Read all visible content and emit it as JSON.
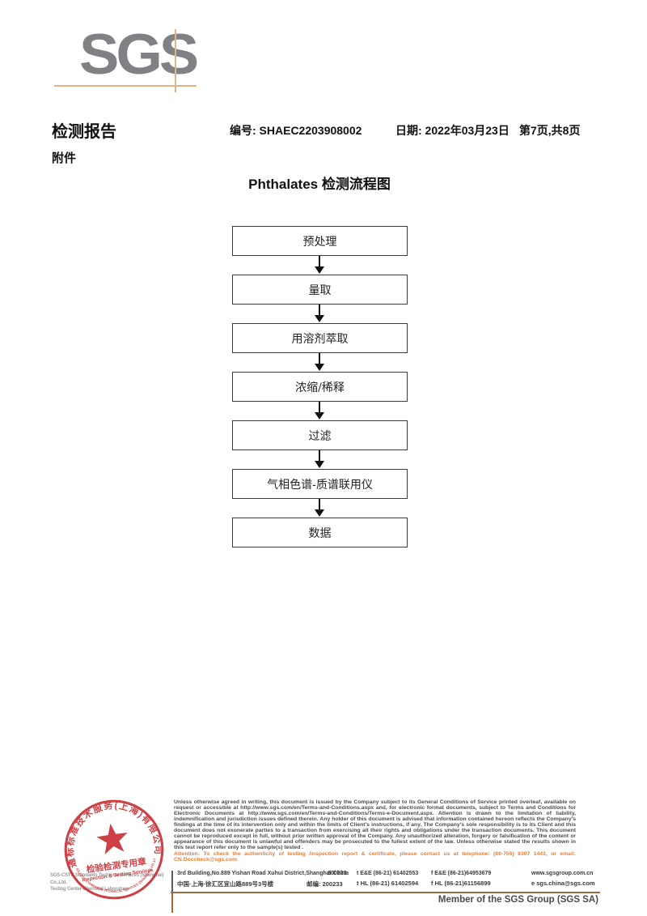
{
  "colors": {
    "logo_gray": "#808184",
    "crosshair_tan": "#e7b285",
    "stamp_red": "#c8262c",
    "attention_orange": "#e5813c",
    "footer_rule_brown": "#a4693c"
  },
  "header": {
    "logo_text": "SGS",
    "report_title": "检测报告",
    "report_no": "编号: SHAEC2203908002",
    "date": "日期: 2022年03月23日",
    "page_info": "第7页,共8页",
    "attachment_label": "附件"
  },
  "flowchart": {
    "title": "Phthalates 检测流程图",
    "steps": [
      "预处理",
      "量取",
      "用溶剂萃取",
      "浓缩/稀释",
      "过滤",
      "气相色谱-质谱联用仪",
      "数据"
    ]
  },
  "stamp": {
    "arc_top": "通标标准技术服务(上海)有限公司",
    "arc_bottom": "SGS-CSTC STANDARDS TECHNICAL SERVICES (SHANGHAI) CO.,LTD.",
    "center_cn": "检验检测专用章",
    "center_en": "Inspection & Testing Services",
    "company_line1": "SGS-CSTC Standards Technical Services (Shanghai) Co.,Ltd.",
    "company_line2": "Testing Center-Chemical Laboratory"
  },
  "footer": {
    "legal_text": "Unless otherwise agreed in writing, this document is issued by the Company subject to its General Conditions of Service printed overleaf, available on request or accessible at http://www.sgs.com/en/Terms-and-Conditions.aspx and, for electronic format documents, subject to Terms and Conditions for Electronic Documents at http://www.sgs.com/en/Terms-and-Conditions/Terms-e-Document.aspx. Attention is drawn to the limitation of liability, indemnification and jurisdiction issues defined therein. Any holder of this document is advised that information contained hereon reflects the Company's findings at the time of its intervention only and within the limits of Client's instructions, if any. The Company's sole responsibility is to its Client and this document does not exonerate parties to a transaction from exercising all their rights and obligations under the transaction documents. This document cannot be reproduced except in full, without prior written approval of the Company. Any unauthorized alteration, forgery or falsification of the content or appearance of this document is unlawful and offenders may be prosecuted to the fullest extent of the law. Unless otherwise stated the results shown in this test report refer only to the sample(s) tested .",
    "attention_text": "Attention: To check the authenticity of testing /inspection report & certificate, please contact us at telephone: (86-755) 8307 1443, or email: CN.Doccheck@sgs.com",
    "address_en": "3rd Building,No.889 Yishan Road Xuhui District,Shanghai China",
    "postcode": "200233",
    "tel_en": "t E&E (86-21) 61402553",
    "fax_en": "f E&E (86-21)64953679",
    "website": "www.sgsgroup.com.cn",
    "address_cn": "中国·上海·徐汇区宜山路889号3号楼",
    "postcode_cn": "邮编: 200233",
    "tel_cn": "t HL (86-21) 61402594",
    "fax_cn": "f HL (86-21)61156899",
    "email": "e sgs.china@sgs.com",
    "member_text": "Member of the SGS Group (SGS SA)"
  }
}
